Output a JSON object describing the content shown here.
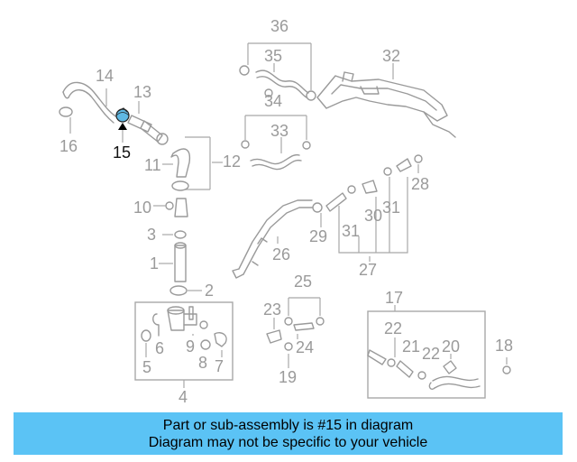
{
  "diagram": {
    "highlight_color": "#5fb8e3",
    "highlighted_part": "15",
    "callouts": [
      "36",
      "35",
      "34",
      "33",
      "32",
      "14",
      "13",
      "15",
      "16",
      "11",
      "12",
      "10",
      "3",
      "1",
      "2",
      "28",
      "29",
      "26",
      "31",
      "30",
      "31",
      "27",
      "25",
      "23",
      "24",
      "19",
      "17",
      "22",
      "21",
      "22",
      "20",
      "18",
      "6",
      "9",
      "5",
      "8",
      "7",
      "4"
    ]
  },
  "banner": {
    "background": "#5bc3f5",
    "line1": "Part or sub-assembly is #15 in diagram",
    "line2": "Diagram may not be specific to your vehicle"
  }
}
